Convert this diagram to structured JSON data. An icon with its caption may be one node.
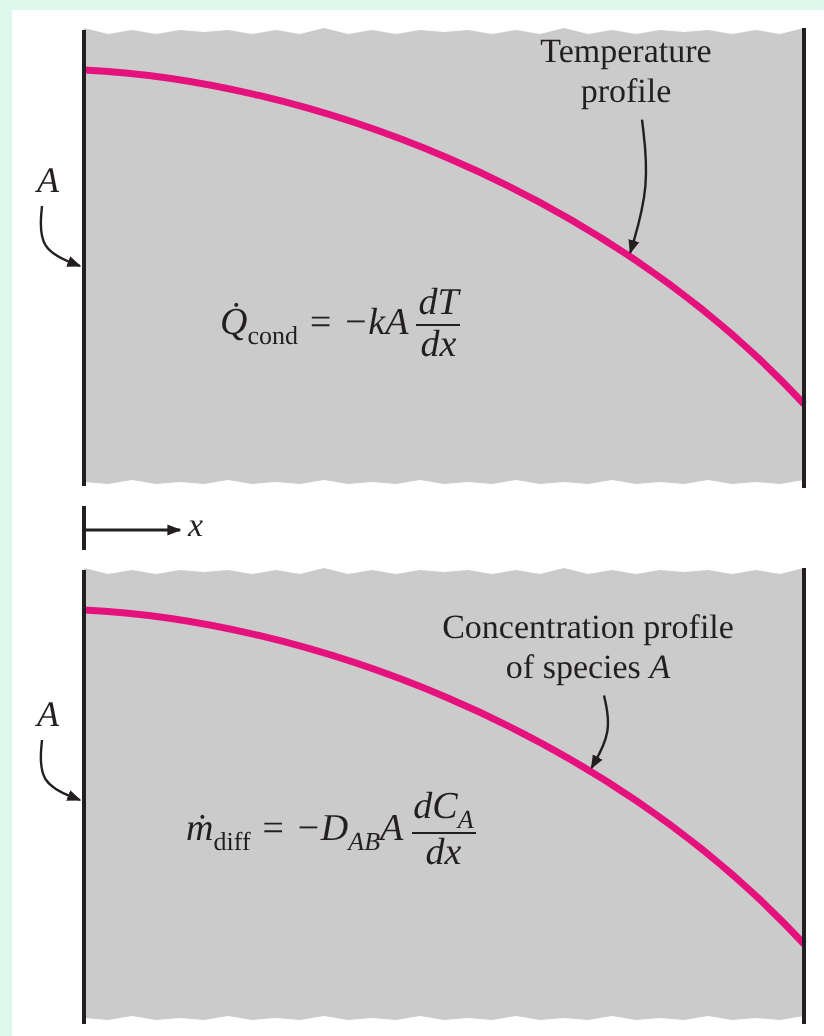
{
  "diagram": {
    "nodes": [
      {
        "text": [
          "Q̇$_{cond}$ = −kA",
          "dT",
          "dx"
        ]
      },
      {
        "text": [
          "Temperature profile"
        ],
        "in": 0
      },
      {
        "text": [
          "A"
        ]
      },
      {
        "text": [],
        "shape": "bar"
      },
      {
        "text": [
          "ṁ$_{diff}$ = −D$_{AB}$A",
          "dC$_{A}$",
          "dx"
        ]
      },
      {
        "text": [
          "Concentration profile of species *A*"
        ],
        "in": 4
      },
      {
        "text": [
          "A"
        ]
      },
      {
        "text": [],
        "shape": "bar"
      }
    ],
    "edges": [
      {
        "from": 1,
        "to": null,
        "arrow": "to"
      },
      {
        "from": 2,
        "to": 3,
        "arrow": "to"
      },
      {
        "from": 5,
        "to": null,
        "arrow": "to"
      },
      {
        "from": 6,
        "to": 7,
        "arrow": "to"
      }
    ],
    "labels": [
      "x"
    ]
  }
}
